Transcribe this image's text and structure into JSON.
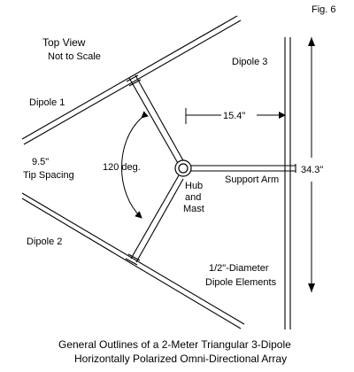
{
  "figure": {
    "label": "Fig. 6"
  },
  "labels": {
    "top_view": "Top View",
    "not_to_scale": "Not to Scale",
    "dipole_1": "Dipole 1",
    "dipole_2": "Dipole 2",
    "dipole_3": "Dipole 3",
    "tip_spacing_value": "9.5\"",
    "tip_spacing_text": "Tip Spacing",
    "angle": "120 deg.",
    "hub_line1": "Hub",
    "hub_line2": "and",
    "hub_line3": "Mast",
    "support_arm": "Support Arm",
    "arm_length": "15.4\"",
    "dipole_length": "34.3\"",
    "element_line1": "1/2\"-Diameter",
    "element_line2": "Dipole Elements"
  },
  "caption": {
    "line1": "General Outlines of a 2-Meter Triangular 3-Dipole",
    "line2": "Horizontally Polarized Omni-Directional Array"
  }
}
